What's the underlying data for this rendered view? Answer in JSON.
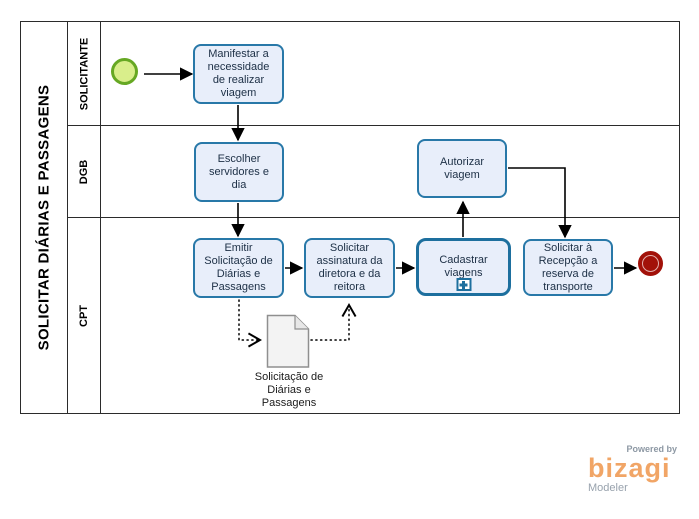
{
  "pool": {
    "title": "SOLICITAR DIÁRIAS E PASSAGENS"
  },
  "lanes": [
    {
      "label": "SOLICITANTE"
    },
    {
      "label": "DGB"
    },
    {
      "label": "CPT"
    }
  ],
  "nodes": {
    "manifestar": {
      "label": "Manifestar a\nnecessidade\nde realizar\nviagem"
    },
    "escolher": {
      "label": "Escolher\nservidores e\ndia"
    },
    "emitir": {
      "label": "Emitir\nSolicitação de\nDiárias e\nPassagens"
    },
    "assinatura": {
      "label": "Solicitar\nassinatura da\ndiretora e da\nreitora"
    },
    "cadastrar": {
      "label": "Cadastrar\nviagens",
      "marker": "subprocess-plus"
    },
    "autorizar": {
      "label": "Autorizar\nviagem"
    },
    "recepcao": {
      "label": "Solicitar à\nRecepção a\nreserva de\ntransporte"
    }
  },
  "events": {
    "start": {
      "type": "start-event",
      "fill": "#d9ee8b",
      "border": "#66a823"
    },
    "end": {
      "type": "terminate-end-event",
      "color": "#a21109"
    }
  },
  "artifacts": {
    "document": {
      "label": "Solicitação de\nDiárias e\nPassagens"
    }
  },
  "branding": {
    "powered_by": "Powered by",
    "brand": "bizagi",
    "product": "Modeler",
    "brand_color": "#f1a566"
  },
  "colors": {
    "task_fill": "#e8eefa",
    "task_border": "#2878a8",
    "subprocess_border": "#1d6f9e",
    "task_text": "#1c2f45",
    "pool_border": "#2b2b2b"
  }
}
